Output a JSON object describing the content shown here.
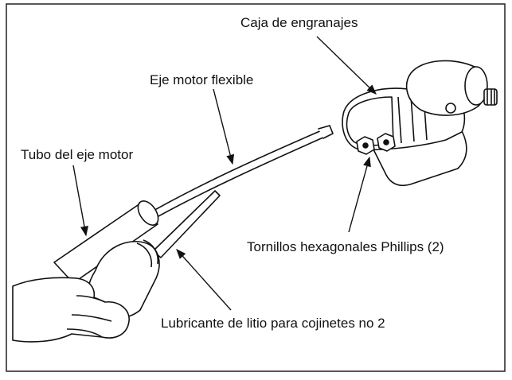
{
  "diagram": {
    "labels": {
      "gearbox": "Caja de engranajes",
      "flexible_shaft": "Eje motor flexible",
      "shaft_tube": "Tubo del eje motor",
      "hex_screws": "Tornillos hexagonales Phillips (2)",
      "lubricant": "Lubricante de litio para cojinetes no 2"
    },
    "colors": {
      "ink": "#111111",
      "paper": "#ffffff"
    }
  }
}
